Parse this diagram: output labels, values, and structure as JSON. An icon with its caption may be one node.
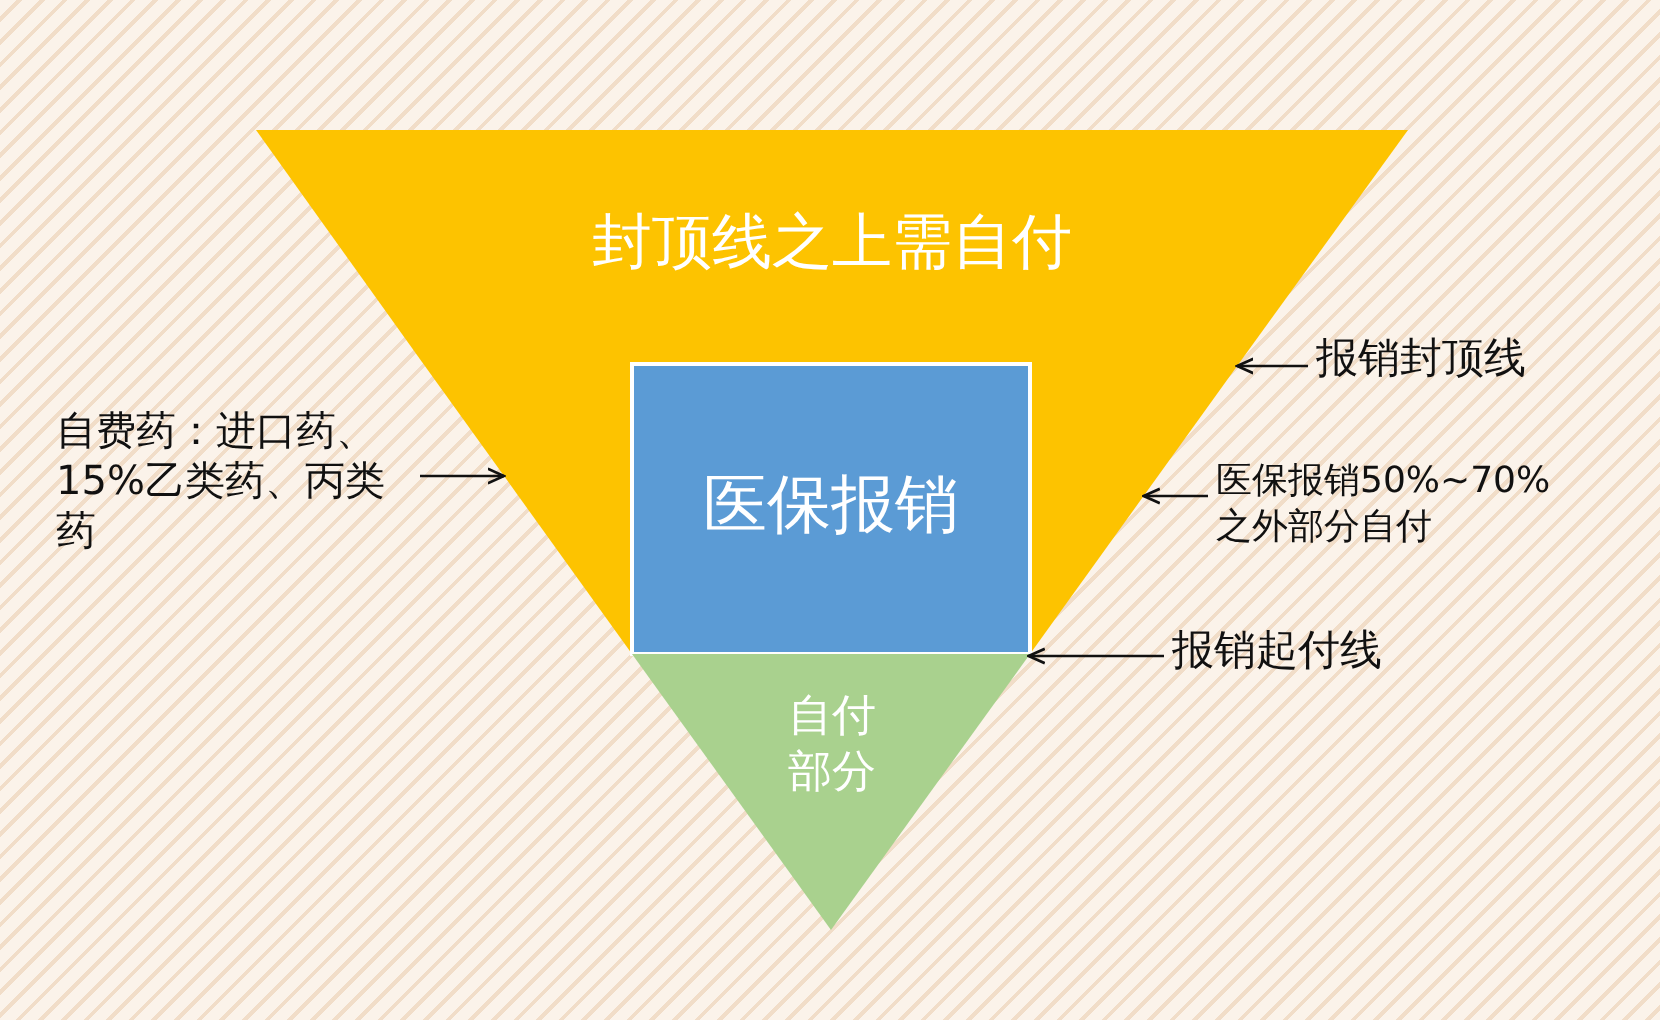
{
  "diagram": {
    "nodes": [
      {
        "text": [
          "封顶线之上需自付"
        ]
      },
      {
        "text": [],
        "shape": "trapezoid"
      },
      {
        "text": [
          "医保报销"
        ],
        "in": 1
      },
      {
        "text": [
          "自付部分"
        ]
      },
      {
        "text": [
          "报销封顶线"
        ]
      },
      {
        "text": [
          "自费药：进口药、15%乙类药、丙类药"
        ]
      },
      {
        "text": [
          "医保报销50%~70%之外部分自付"
        ]
      },
      {
        "text": [
          "报销起付线"
        ]
      }
    ],
    "edges": [
      {
        "from": 4,
        "to": 1,
        "arrow": "to"
      },
      {
        "from": 5,
        "to": 1,
        "arrow": "to"
      },
      {
        "from": 6,
        "to": 1,
        "arrow": "to"
      },
      {
        "from": 7,
        "to": 3,
        "arrow": "to"
      }
    ]
  }
}
